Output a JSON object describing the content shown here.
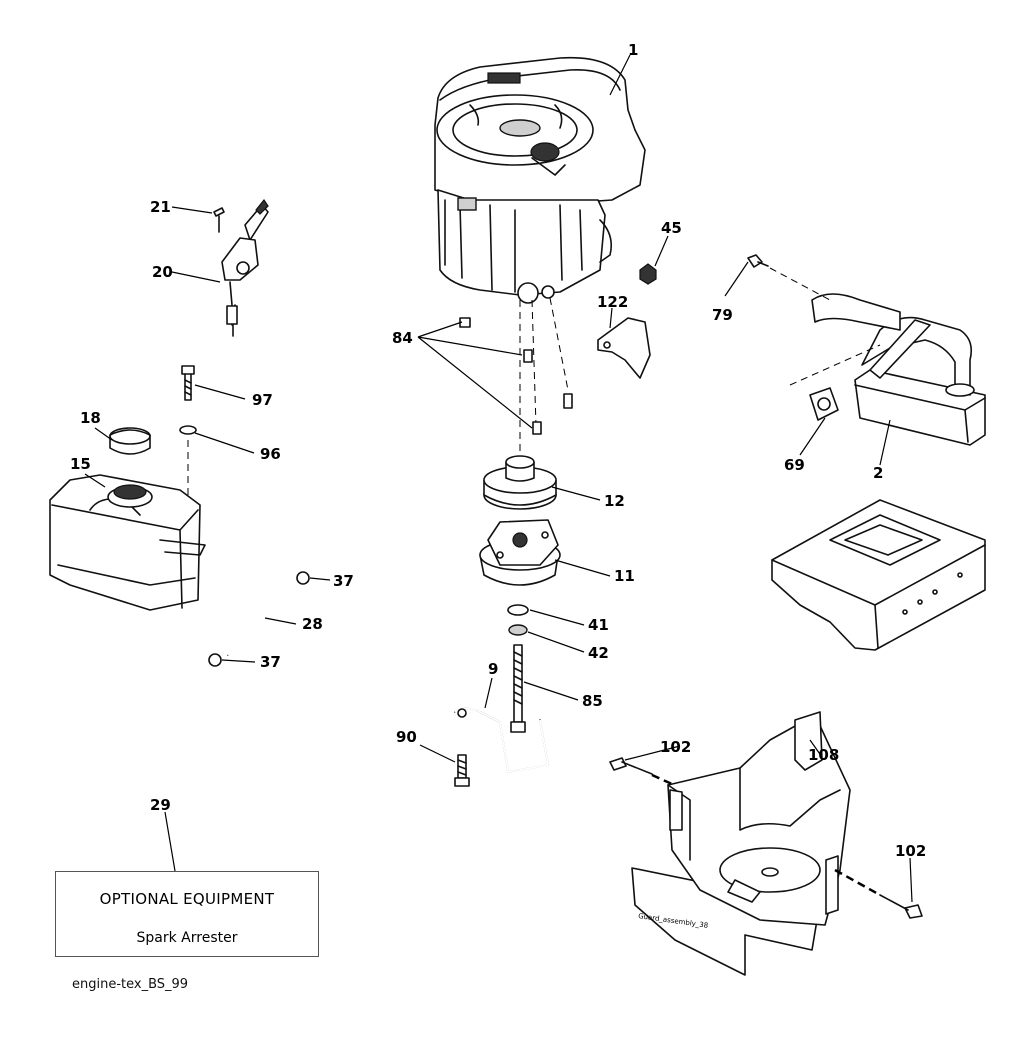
{
  "callouts": {
    "c1": "1",
    "c2": "2",
    "c9": "9",
    "c11": "11",
    "c12": "12",
    "c15": "15",
    "c18": "18",
    "c20": "20",
    "c21": "21",
    "c28": "28",
    "c29": "29",
    "c37a": "37",
    "c37b": "37",
    "c41": "41",
    "c42": "42",
    "c45": "45",
    "c69": "69",
    "c79": "79",
    "c84": "84",
    "c85": "85",
    "c90": "90",
    "c96": "96",
    "c97": "97",
    "c102a": "102",
    "c102b": "102",
    "c108": "108",
    "c122": "122"
  },
  "optional_box": {
    "title": "OPTIONAL EQUIPMENT",
    "subtitle": "Spark Arrester"
  },
  "guard_label": "Guard_assembly_38",
  "footer_label": "engine-tex_BS_99"
}
